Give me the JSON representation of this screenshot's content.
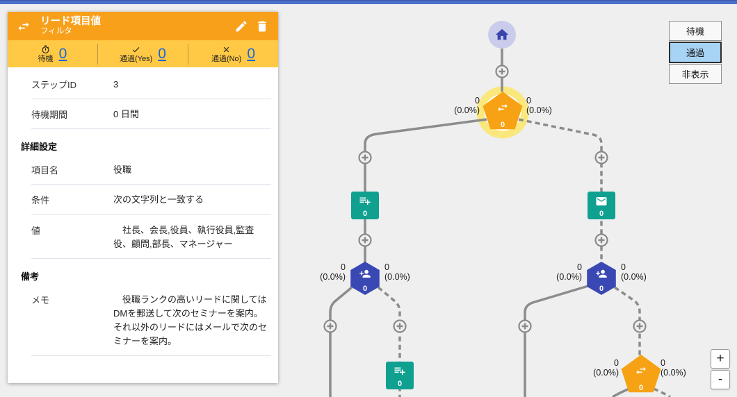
{
  "panel": {
    "title": "リード項目値",
    "subtitle": "フィルタ",
    "header_icons": {
      "type": "swap-arrows-icon",
      "edit": "pencil-icon",
      "delete": "trash-icon"
    },
    "stats": [
      {
        "icon": "stopwatch-icon",
        "label": "待機",
        "value": "0"
      },
      {
        "icon": "check-icon",
        "label": "通過(Yes)",
        "value": "0"
      },
      {
        "icon": "cross-icon",
        "label": "通過(No)",
        "value": "0"
      }
    ],
    "fields": [
      {
        "label": "ステップID",
        "value": "3"
      },
      {
        "label": "待機期間",
        "value": "0 日間"
      },
      {
        "label": "項目名",
        "value": "役職"
      },
      {
        "label": "条件",
        "value": "次の文字列と一致する"
      },
      {
        "label": "値",
        "value": "　社長、会長,役員、執行役員,監査役、顧問,部長、マネージャー"
      },
      {
        "label": "メモ",
        "value": "　役職ランクの高いリードに関してはDMを郵送して次のセミナーを案内。それ以外のリードにはメールで次のセミナーを案内。"
      }
    ],
    "sections": [
      {
        "title": "詳細設定"
      },
      {
        "title": "備考"
      }
    ]
  },
  "canvas": {
    "colors": {
      "pentagon": "#F7A215",
      "square": "#0FA090",
      "hexagon": "#3A48B4",
      "home_bg": "#C9CDEB",
      "home_icon": "#3945AC",
      "selection_glow": "#FAE87E",
      "line": "#8C8C8C",
      "link_blue": "#1667D8",
      "header_orange": "#F9A01B",
      "stats_amber": "#FFC845",
      "selected_button": "#A7D3F4"
    },
    "nodes": {
      "filter_top": {
        "icon": "swap-arrows-icon",
        "value": "0",
        "left_count": "0",
        "left_pct": "(0.0%)",
        "right_count": "0",
        "right_pct": "(0.0%)"
      },
      "list_add_left": {
        "icon": "playlist-add-icon",
        "value": "0"
      },
      "lead_add_left": {
        "icon": "person-add-icon",
        "value": "0",
        "left_count": "0",
        "left_pct": "(0.0%)",
        "right_count": "0",
        "right_pct": "(0.0%)"
      },
      "mail_right": {
        "icon": "mail-icon",
        "value": "0"
      },
      "lead_add_right": {
        "icon": "person-add-icon",
        "value": "0",
        "left_count": "0",
        "left_pct": "(0.0%)",
        "right_count": "0",
        "right_pct": "(0.0%)"
      },
      "list_add_bottom": {
        "icon": "playlist-add-icon",
        "value": "0"
      },
      "filter_bottom": {
        "icon": "swap-arrows-icon",
        "value": "0",
        "left_count": "0",
        "left_pct": "(0.0%)",
        "right_count": "0",
        "right_pct": "(0.0%)"
      }
    },
    "start_node_icon": "home-icon",
    "connector_icon": "plus-circle-icon",
    "view_buttons": [
      {
        "label": "待機",
        "selected": false
      },
      {
        "label": "通過",
        "selected": true
      },
      {
        "label": "非表示",
        "selected": false
      }
    ],
    "zoom_controls": {
      "zoom_in": "+",
      "zoom_out": "-"
    }
  }
}
